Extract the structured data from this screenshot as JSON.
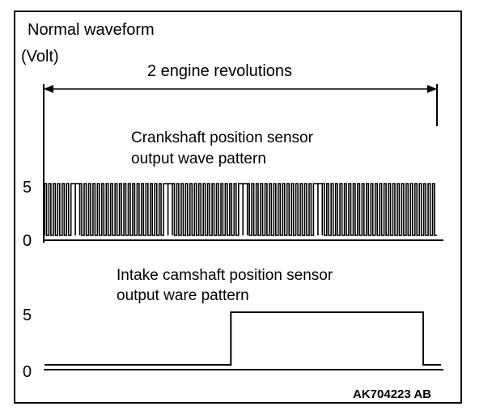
{
  "title": "Normal waveform",
  "unit": "(Volt)",
  "span_label": "2 engine revolutions",
  "crank": {
    "title_line1": "Crankshaft position sensor",
    "title_line2": "output wave pattern",
    "high_label": "5",
    "low_label": "0",
    "pattern": [
      1,
      1,
      1,
      1,
      1,
      1,
      0,
      0,
      1,
      1,
      1,
      1,
      1,
      1,
      1,
      1,
      1,
      1,
      1,
      1,
      1,
      1,
      1,
      1,
      1,
      1,
      1,
      0,
      0,
      1,
      1,
      1,
      1,
      1,
      1,
      1,
      1,
      1,
      1,
      1,
      1,
      1,
      1,
      1,
      0,
      0,
      1,
      1,
      1,
      1,
      1,
      1,
      1,
      1,
      1,
      1,
      1,
      1,
      1,
      1,
      1,
      0,
      0,
      1,
      1,
      1,
      1,
      1,
      1,
      1,
      1,
      1,
      1,
      1,
      1,
      1,
      1,
      1,
      1,
      1,
      1,
      1,
      1,
      1,
      1,
      1,
      1,
      1,
      1
    ]
  },
  "cam": {
    "title_line1": "Intake camshaft position sensor",
    "title_line2": "output ware pattern",
    "high_label": "5",
    "low_label": "0",
    "rise_fraction": 0.47,
    "fall_fraction": 0.955
  },
  "figure_code": "AK704223 AB",
  "colors": {
    "line": "#000000",
    "background": "#ffffff"
  }
}
